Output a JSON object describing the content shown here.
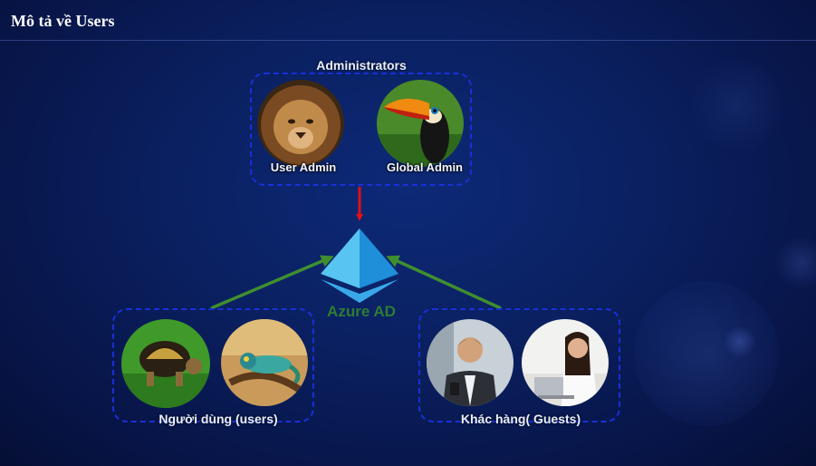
{
  "header": {
    "title": "Mô tả về Users"
  },
  "administrators": {
    "label": "Administrators",
    "members": [
      {
        "label": "User Admin",
        "image": "lion-photo"
      },
      {
        "label": "Global Admin",
        "image": "toucan-photo"
      }
    ]
  },
  "center": {
    "label": "Azure AD",
    "icon": "azure-ad-pyramid-icon"
  },
  "users": {
    "label": "Người dùng (users)",
    "members": [
      {
        "image": "tortoise-photo"
      },
      {
        "image": "chameleon-photo"
      }
    ]
  },
  "guests": {
    "label": "Khác hàng( Guests)",
    "members": [
      {
        "image": "businessman-photo"
      },
      {
        "image": "woman-laptop-photo"
      }
    ]
  },
  "colors": {
    "background": "#0a1f5e",
    "group_border": "#1a2fd8",
    "admin_arrow": "#e0101a",
    "user_arrow": "#3f8f2f",
    "azure_blue": "#3aa8e8",
    "azure_label": "#2e7d32"
  }
}
